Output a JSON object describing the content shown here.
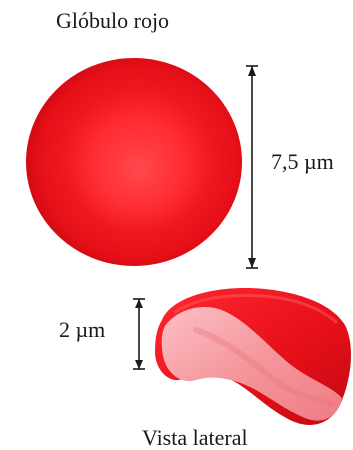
{
  "diagram": {
    "title": "Glóbulo rojo",
    "diameter_label": "7,5 µm",
    "thickness_label": "2 µm",
    "side_view_label": "Vista lateral",
    "colors": {
      "cell_outer": "#e8101a",
      "cell_inner": "#ff3b3b",
      "cell_side_light": "#f7a0a3",
      "measure_line": "#1a1a1a"
    }
  }
}
